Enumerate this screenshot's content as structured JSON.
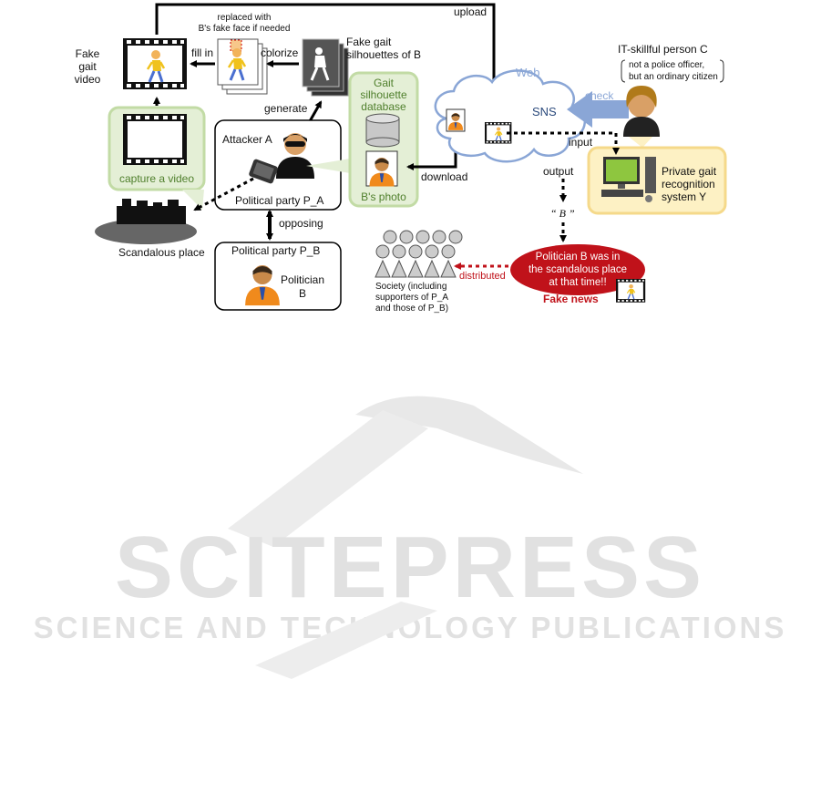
{
  "diagram": {
    "upload": "upload",
    "replaced_line1": "replaced with",
    "replaced_line2": "B's fake face if needed",
    "fake_gait_video": [
      "Fake",
      "gait",
      "video"
    ],
    "fill_in": "fill in",
    "colorize": "colorize",
    "fake_gait_silhouettes": [
      "Fake gait",
      "silhouettes of B"
    ],
    "generate": "generate",
    "capture_a_video": "capture a video",
    "attacker": "Attacker A",
    "political_party_a": "Political party P_A",
    "opposing": "opposing",
    "political_party_b": "Political party P_B",
    "politician_b": [
      "Politician",
      "B"
    ],
    "scandalous_place": "Scandalous place",
    "gait_db": [
      "Gait",
      "silhouette",
      "database"
    ],
    "bs_photo": "B's photo",
    "download": "download",
    "web": "Web",
    "sns": "SNS",
    "check": "check",
    "it_person": "IT-skillful person C",
    "it_note": [
      "not a police officer,",
      "but an ordinary citizen"
    ],
    "input": "input",
    "output": "output",
    "b_quote": "“ B ”",
    "private_gait": [
      "Private gait",
      "recognition",
      "system Y"
    ],
    "fake_news_bubble": [
      "Politician B was in",
      "the scandalous place",
      "at that time!!"
    ],
    "fake_news": "Fake news",
    "distributed": "distributed",
    "society": [
      "Society (including",
      "supporters of P_A",
      "and those of P_B)"
    ]
  },
  "watermark": {
    "top": "SCITEPRESS",
    "bottom": "SCIENCE AND TECHNOLOGY PUBLICATIONS"
  },
  "colors": {
    "green_panel": "#e4efd6",
    "green_border": "#c2dba5",
    "green_text": "#4f7f2c",
    "yellow_panel": "#fdf1c4",
    "yellow_border": "#f5d98a",
    "web_blue": "#8aa6d6",
    "sns_blue": "#2b4a7c",
    "fake_news_red": "#c0121a",
    "watermark_gray": "#dedede"
  }
}
